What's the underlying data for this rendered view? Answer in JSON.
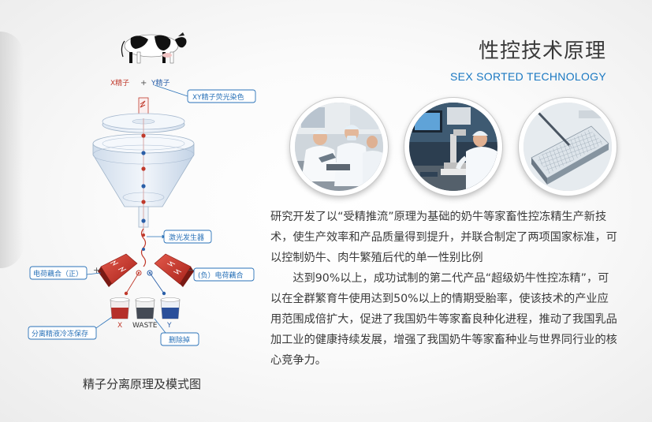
{
  "header": {
    "title": "性控技术原理",
    "subtitle": "SEX SORTED TECHNOLOGY"
  },
  "diagram": {
    "x_sperm": "X精子",
    "plus": "+",
    "y_sperm": "Y精子",
    "stain_label": "XY精子荧光染色",
    "laser_label": "激光发生器",
    "pos_plate_label": "电荷藕合（正）",
    "neg_plate_label": "(负）电荷藕合",
    "plus_sign": "+",
    "minus_sign": "−",
    "store_label": "分离精液冷冻保存",
    "discard_label": "删除掉",
    "tube_x": "X",
    "tube_waste": "WASTE",
    "tube_y": "Y",
    "caption": "精子分离原理及模式图"
  },
  "photos": [
    {
      "name": "lab-workers-photo"
    },
    {
      "name": "microscope-photo"
    },
    {
      "name": "sorting-chip-photo"
    }
  ],
  "body": {
    "para1": "研究开发了以“受精推流”原理为基础的奶牛等家畜性控冻精生产新技术，使生产效率和产品质量得到提升，并联合制定了两项国家标准，可以控制奶牛、肉牛繁殖后代的单一性别比例",
    "para2": "达到90%以上，成功试制的第二代产品“超级奶牛性控冻精”，可以在全群繁育牛使用达到50%以上的情期受胎率，使该技术的产业应用范围成倍扩大，促进了我国奶牛等家畜良种化进程，推动了我国乳品加工业的健康持续发展，增强了我国奶牛等家畜种业与世界同行业的核心竞争力。"
  },
  "colors": {
    "accent_blue": "#1a78c2",
    "x_red": "#c0392b",
    "y_blue": "#2a5fa8"
  }
}
